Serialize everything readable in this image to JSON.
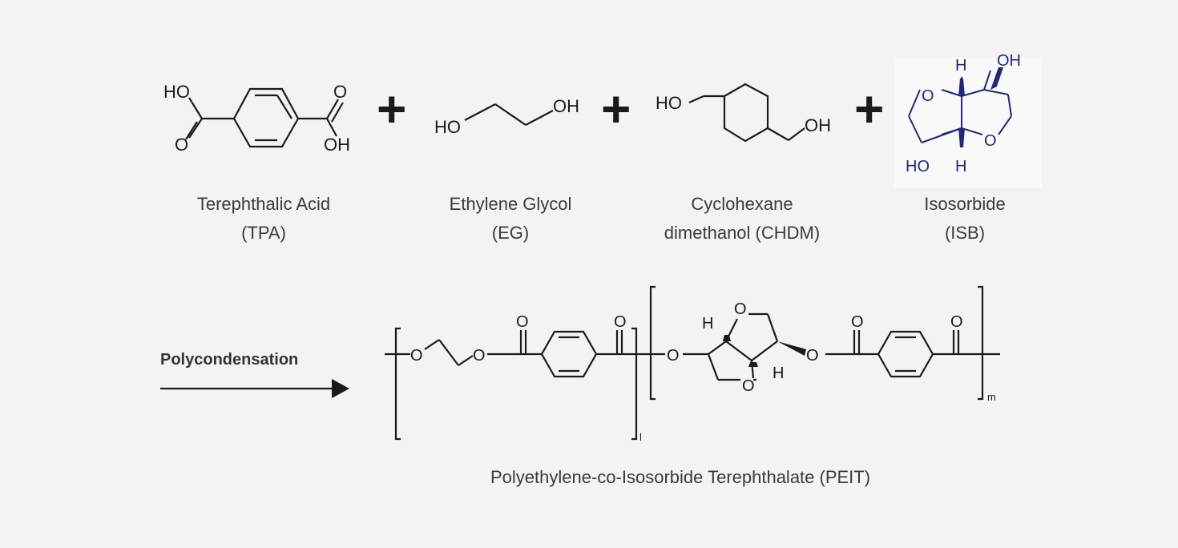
{
  "reactants": [
    {
      "name": "Terephthalic Acid",
      "abbr": "(TPA)"
    },
    {
      "name": "Ethylene Glycol",
      "abbr": "(EG)"
    },
    {
      "name": "Cyclohexane",
      "name2": "dimethanol (CHDM)"
    },
    {
      "name": "Isosorbide",
      "abbr": "(ISB)"
    }
  ],
  "atoms": {
    "ho": "HO",
    "oh": "OH",
    "o": "O",
    "h": "H"
  },
  "reaction": {
    "operator": "+",
    "label": "Polycondensation"
  },
  "product": {
    "name": "Polyethylene-co-Isosorbide Terephthalate (PEIT)",
    "sub_l": "l",
    "sub_m": "m"
  },
  "colors": {
    "text": "#3a3a3a",
    "bond": "#1a1a1a",
    "isosorbide": "#1e2a78",
    "background": "#f3f3f3"
  }
}
